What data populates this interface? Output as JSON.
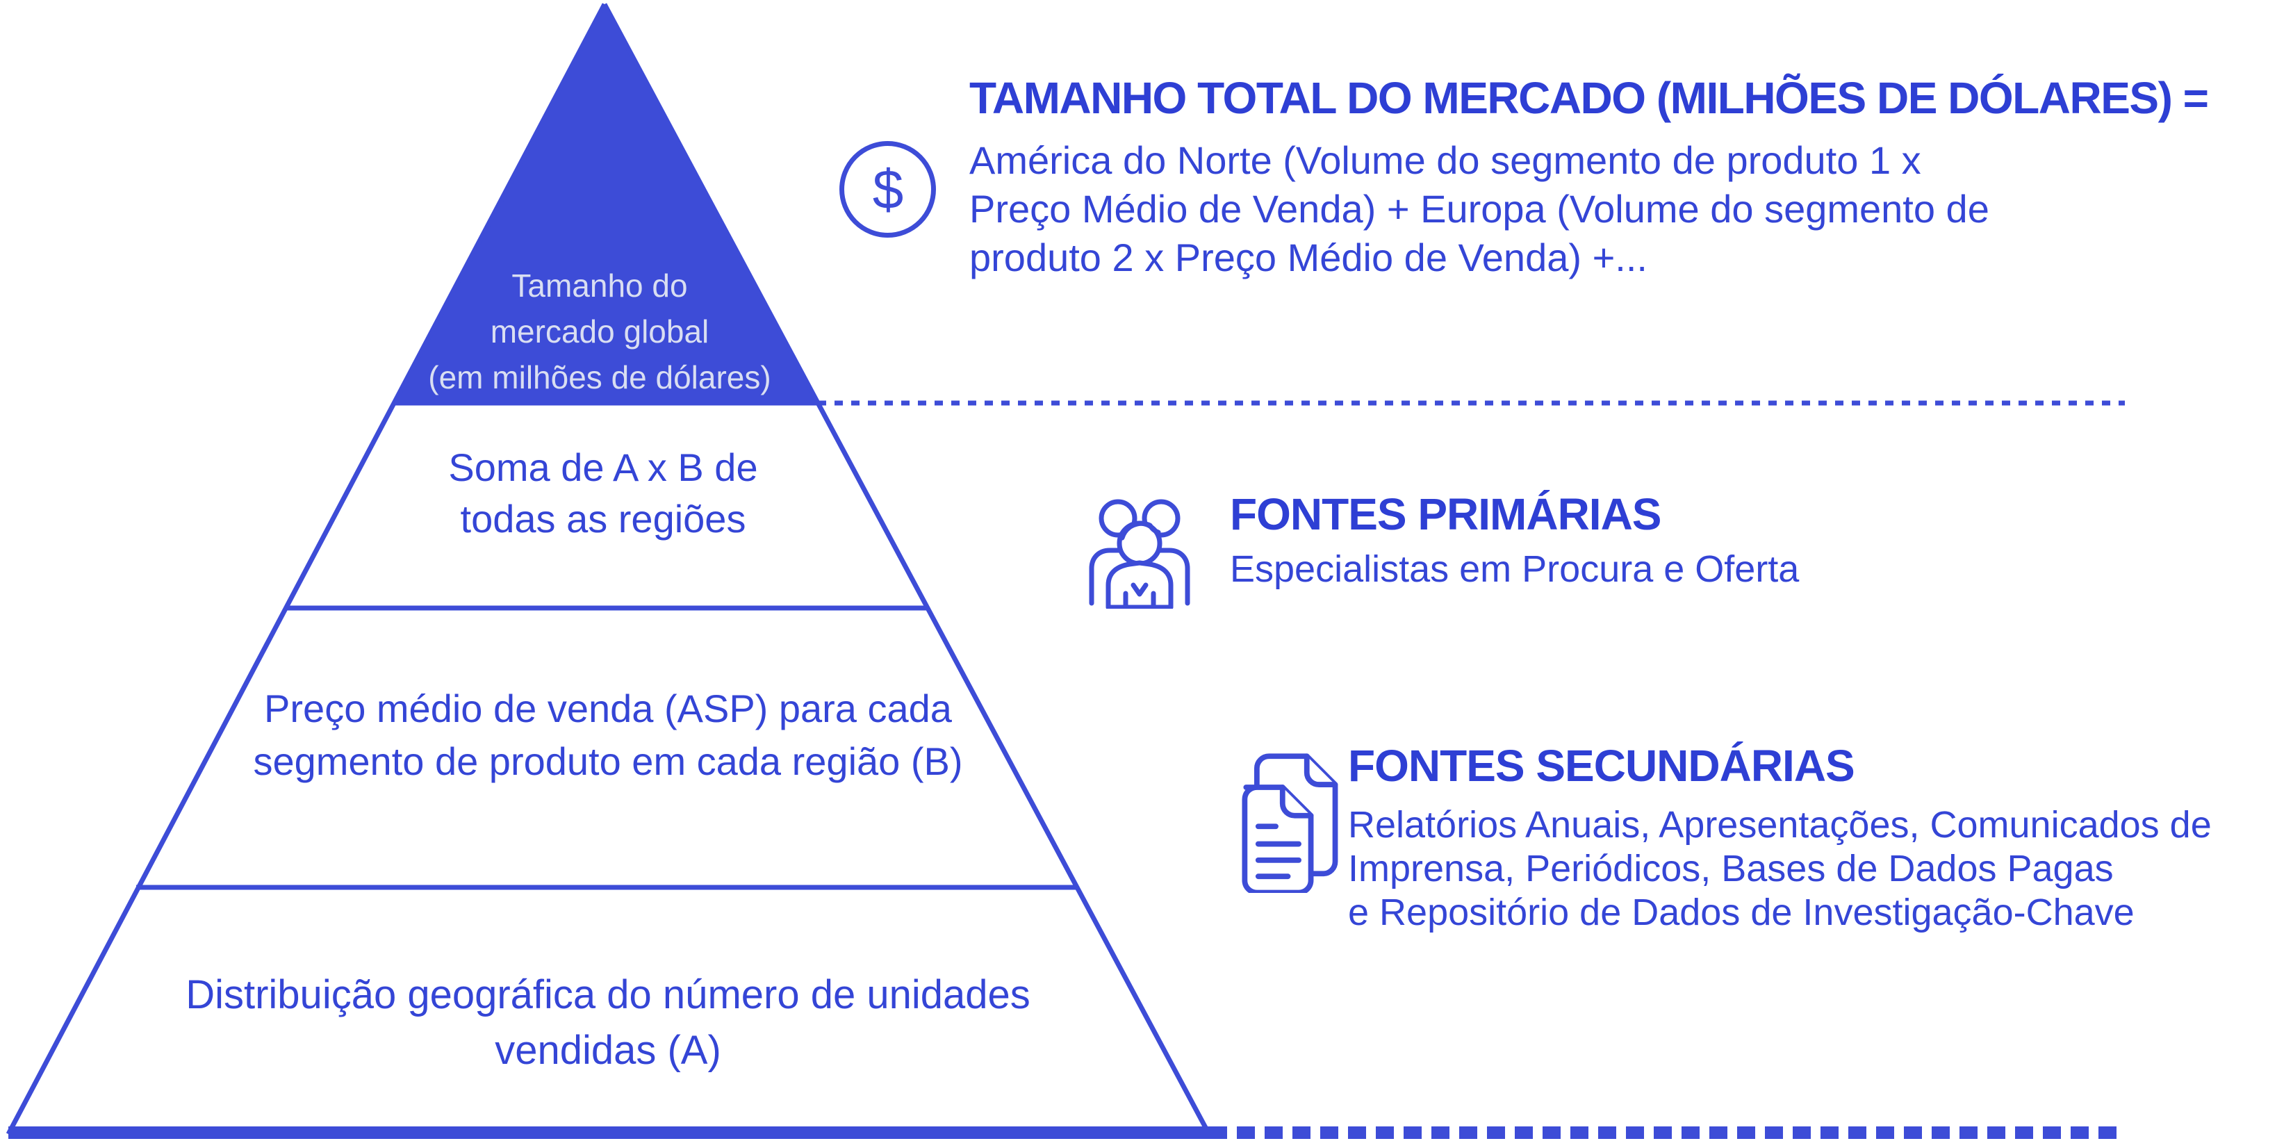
{
  "colors": {
    "accent": "#3d4cd7",
    "text": "#3445d6",
    "apex_text": "#d9def2"
  },
  "formula": {
    "icon": "dollar-circle",
    "title": "TAMANHO TOTAL DO MERCADO (MILHÕES DE DÓLARES) =",
    "lines": [
      "América do Norte (Volume do segmento de produto 1 x",
      "Preço Médio de Venda) + Europa (Volume do segmento de",
      "produto 2 x Preço Médio de Venda) +..."
    ]
  },
  "pyramid": {
    "apex_lines": [
      "Tamanho do",
      "mercado global",
      "(em milhões de dólares)"
    ],
    "tier2_lines": [
      "Soma de A x B de",
      "todas as regiões"
    ],
    "tier3_lines": [
      "Preço médio de venda (ASP) para cada",
      "segmento de produto em cada região (B)"
    ],
    "tier4_lines": [
      "Distribuição geográfica do número de unidades",
      "vendidas (A)"
    ]
  },
  "primary_sources": {
    "icon": "people-group",
    "title": "FONTES PRIMÁRIAS",
    "lines": [
      "Especialistas em Procura e Oferta"
    ]
  },
  "secondary_sources": {
    "icon": "documents",
    "title": "FONTES SECUNDÁRIAS",
    "lines": [
      "Relatórios Anuais, Apresentações, Comunicados de",
      "Imprensa, Periódicos, Bases de Dados Pagas",
      "e Repositório de Dados de Investigação-Chave"
    ]
  }
}
